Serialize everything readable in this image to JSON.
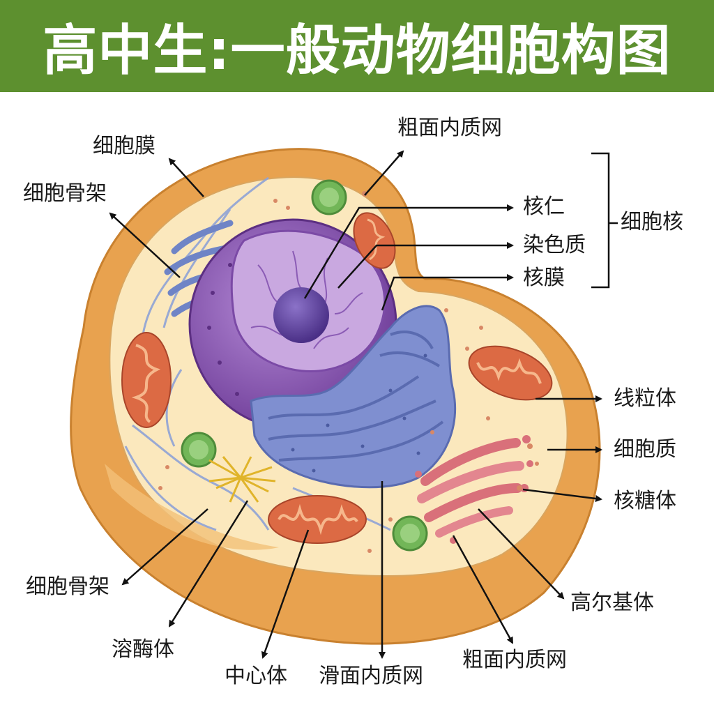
{
  "header": {
    "title": "高中生:一般动物细胞构图"
  },
  "labels": {
    "cell_membrane": "细胞膜",
    "cytoskeleton_top": "细胞骨架",
    "rough_er_top": "粗面内质网",
    "nucleolus": "核仁",
    "chromatin": "染色质",
    "nuclear_envelope": "核膜",
    "nucleus_group": "细胞核",
    "mitochondria": "线粒体",
    "cytoplasm": "细胞质",
    "ribosome": "核糖体",
    "golgi": "高尔基体",
    "rough_er_bottom": "粗面内质网",
    "smooth_er": "滑面内质网",
    "centrosome": "中心体",
    "lysosome": "溶酶体",
    "cytoskeleton_bottom": "细胞骨架"
  },
  "colors": {
    "header_bg": "#5d902f",
    "membrane": "#e8a24f",
    "cytoplasm": "#fbe8bd",
    "nucleus": "#8a55b0",
    "er": "#7f8fd0",
    "mitochondria": "#dc6a44",
    "golgi": "#d9707a",
    "lysosome": "#72b658",
    "centrosome": "#e8c233"
  }
}
